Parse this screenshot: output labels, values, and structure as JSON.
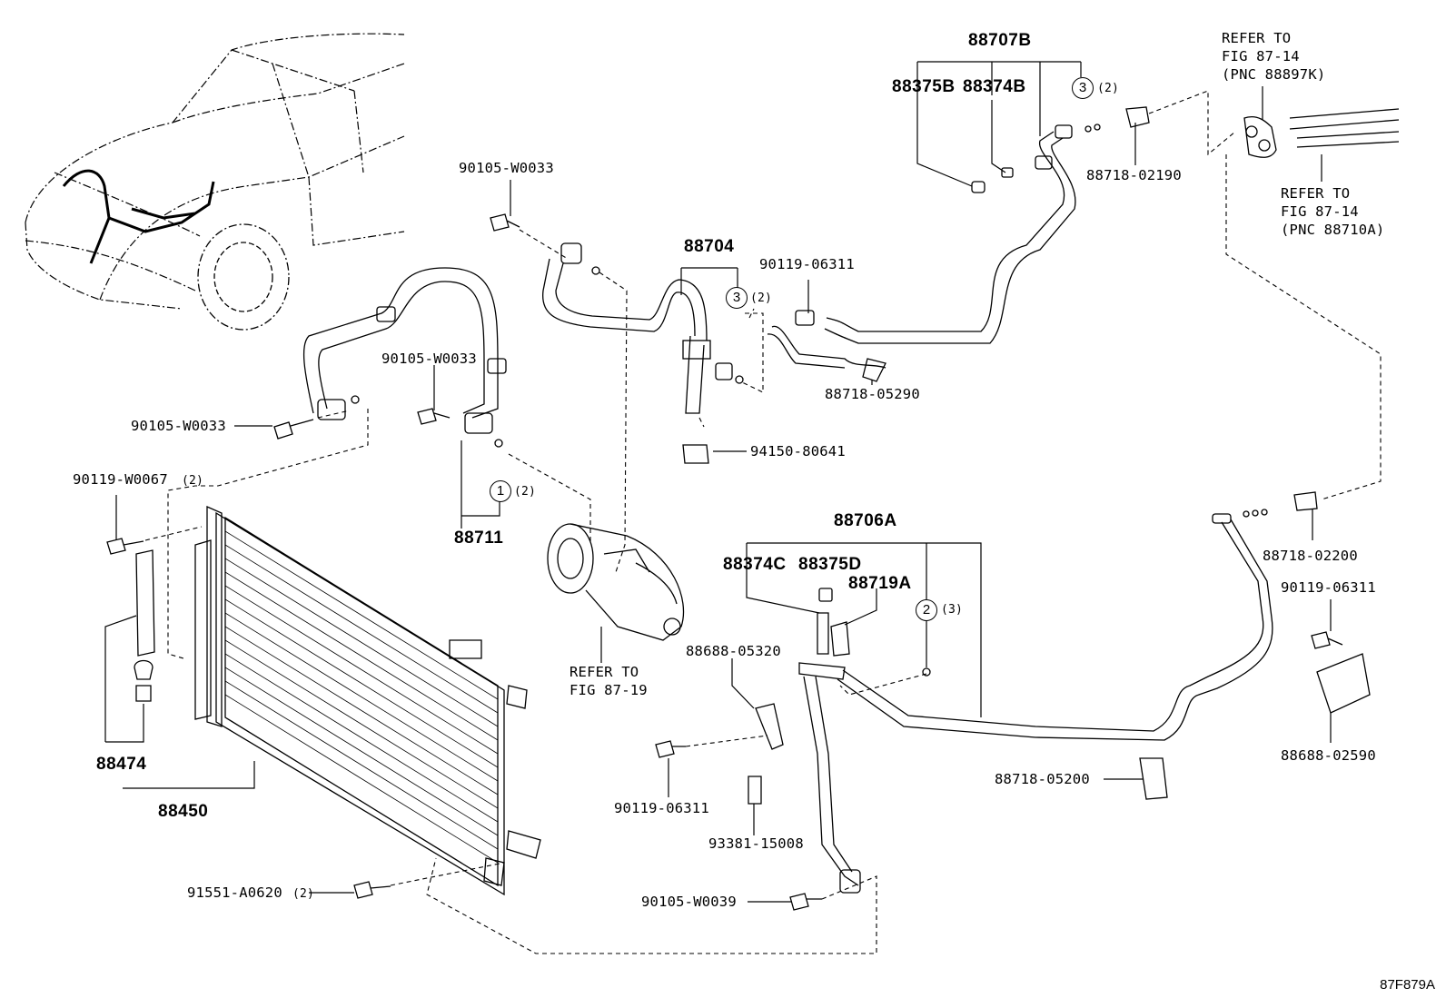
{
  "labels": {
    "p88707b": "88707B",
    "p88375b": "88375B",
    "p88374b": "88374B",
    "p88718_02190": "88718-02190",
    "p88704": "88704",
    "p90119_06311_a": "90119-06311",
    "p88718_05290": "88718-05290",
    "p94150_80641": "94150-80641",
    "p90105_w0033_a": "90105-W0033",
    "p90105_w0033_b": "90105-W0033",
    "p90105_w0033_c": "90105-W0033",
    "p88711": "88711",
    "p90119_w0067": "90119-W0067",
    "p88474": "88474",
    "p88450": "88450",
    "p91551_a0620": "91551-A0620",
    "p88706a": "88706A",
    "p88374c": "88374C",
    "p88375d": "88375D",
    "p88719a": "88719A",
    "p88688_05320": "88688-05320",
    "p90119_06311_b": "90119-06311",
    "p93381_15008": "93381-15008",
    "p90105_w0039": "90105-W0039",
    "p88718_05200": "88718-05200",
    "p88718_02200": "88718-02200",
    "p90119_06311_c": "90119-06311",
    "p88688_02590": "88688-02590"
  },
  "quantities": {
    "q2_a": "(2)",
    "q2_b": "(2)",
    "q2_c": "(2)",
    "q2_d": "(2)",
    "q2_e": "(2)",
    "q3": "(3)"
  },
  "callouts": {
    "c1": "1",
    "c2": "2",
    "c3_a": "3",
    "c3_b": "3"
  },
  "references": {
    "ref_top_1": "REFER TO",
    "ref_top_2": "FIG 87-14",
    "ref_top_3": "(PNC 88897K)",
    "ref_mid_1": "REFER TO",
    "ref_mid_2": "FIG 87-14",
    "ref_mid_3": "(PNC 88710A)",
    "ref_comp_1": "REFER TO",
    "ref_comp_2": "FIG 87-19"
  },
  "figure_code": "87F879A"
}
